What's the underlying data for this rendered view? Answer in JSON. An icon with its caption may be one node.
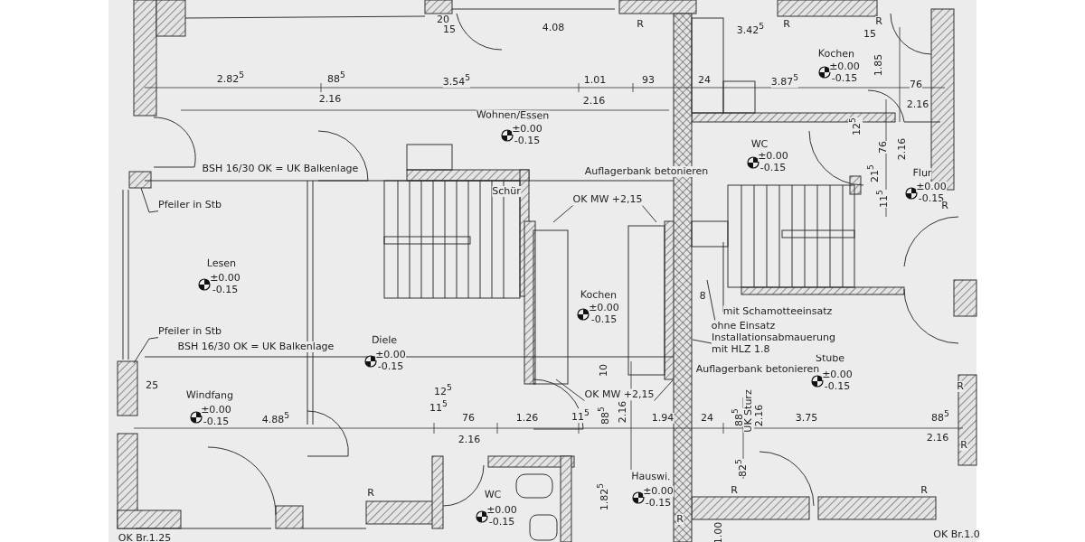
{
  "diagram": {
    "nodes": [
      {
        "text": [
          "Pfeiler in Stb"
        ]
      },
      {
        "text": [
          "OK MW +2,15"
        ]
      },
      {
        "text": [
          "mit Schamotteeinsatz"
        ]
      },
      {
        "text": [
          "ohne Einsatz"
        ]
      },
      {
        "text": [
          "Installationsabmauerung mit HLZ 1.8"
        ]
      },
      {
        "text": [
          "Pfeiler in Stb"
        ]
      },
      {
        "text": [
          "OK MW +2,15"
        ]
      }
    ],
    "edges": [
      {
        "from": 0,
        "to": null,
        "arrow": "none"
      },
      {
        "from": 1,
        "to": null,
        "arrow": "none"
      },
      {
        "from": 1,
        "to": null,
        "arrow": "none"
      },
      {
        "from": 2,
        "to": null,
        "arrow": "none"
      },
      {
        "from": 3,
        "to": null,
        "arrow": "none"
      },
      {
        "from": 4,
        "to": null,
        "arrow": "none"
      },
      {
        "from": 5,
        "to": null,
        "arrow": "none"
      },
      {
        "from": 6,
        "to": null,
        "arrow": "none"
      },
      {
        "from": 6,
        "to": null,
        "arrow": "none"
      }
    ],
    "labels": [
      "20",
      "15",
      "4.08",
      "R",
      "3.42$^{5}$",
      "R",
      "15",
      "R",
      "Kochen",
      "±0.00",
      "-0.15",
      "1.85",
      "2.82$^{5}$",
      "88$^{5}$",
      "3.54$^{5}$",
      "1.01",
      "93",
      "24",
      "3.87$^{5}$",
      "76",
      "2.16",
      "2.16",
      "2.16",
      "Wohnen/Essen",
      "±0.00",
      "-0.15",
      "12$^{5}$",
      "WC",
      "±0.00",
      "-0.15",
      "76",
      "2.16",
      "BSH 16/30 OK = UK Balkenlage",
      "Auflagerbank betonieren",
      "21$^{5}$",
      "Flur",
      "±0.00",
      "-0.15",
      "11$^{5}$",
      "Schür",
      "Lesen",
      "±0.00",
      "-0.15",
      "Kochen",
      "±0.00",
      "-0.15",
      "8",
      "Diele",
      "±0.00",
      "-0.15",
      "BSH 16/30 OK = UK Balkenlage",
      "Auflagerbank betonieren",
      "Stube",
      "±0.00",
      "-0.15",
      "10",
      "25",
      "12$^{5}$",
      "Windfang",
      "11$^{5}$",
      "±0.00",
      "-0.15",
      "4.88$^{5}$",
      "76",
      "1.26",
      "11$^{5}$",
      "88$^{5}$",
      "2.16",
      "1.94",
      "24",
      "88$^{5}$",
      "UK Sturz",
      "2.16",
      "3.75",
      "88$^{5}$",
      "2.16",
      "2.16",
      "82$^{5}$",
      "Hauswi.",
      "R",
      "WC",
      "1.82$^{5}$",
      "±0.00",
      "-0.15",
      "R",
      "R",
      "R",
      "R",
      "R",
      "R",
      "±0.00",
      "-0.15",
      "1.00",
      "OK Br.1.25",
      "OK Br.1.0"
    ]
  }
}
